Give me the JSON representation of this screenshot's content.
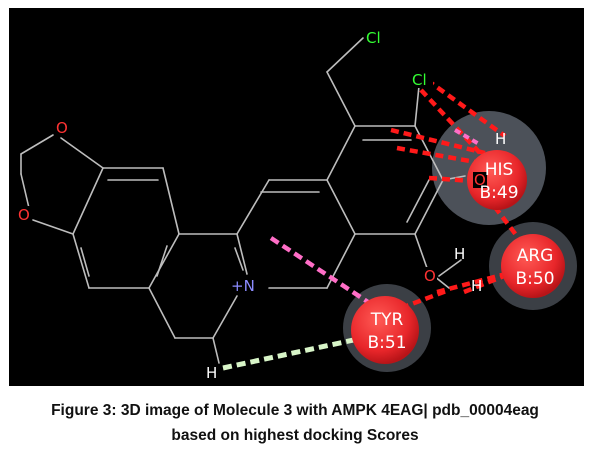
{
  "colors": {
    "background": "#000000",
    "bond": "#bdbdbd",
    "oxygen": "#ff3333",
    "nitrogen": "#8c8cff",
    "chlorine": "#33ff33",
    "hydrogen": "#ffffff",
    "residue_fill": "#e8262a",
    "residue_halo": "#a8b4c6",
    "hbond_red": "#ff1a1a",
    "pi_cation": "#ff6ec7",
    "carbon_hbond": "#d8f5c8"
  },
  "atoms": {
    "o_top": "O",
    "o_left": "O",
    "cl_top": "Cl",
    "cl_ring": "Cl",
    "o_ring": "O",
    "o_lower": "O",
    "n_plus": "+N",
    "h_bottom": "H",
    "h_his": "H",
    "h_up": "H",
    "h_right": "H"
  },
  "residues": [
    {
      "name": "HIS",
      "chain": "B:49"
    },
    {
      "name": "ARG",
      "chain": "B:50"
    },
    {
      "name": "TYR",
      "chain": "B:51"
    }
  ],
  "caption": {
    "line1": "Figure 3: 3D image of Molecule 3  with AMPK 4EAG| pdb_00004eag",
    "line2": "based on highest docking Scores"
  }
}
